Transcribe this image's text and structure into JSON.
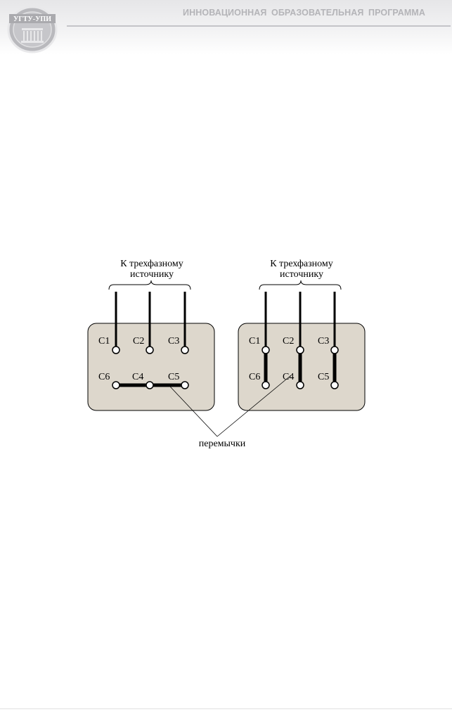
{
  "header": {
    "title": "ИННОВАЦИОННАЯ  ОБРАЗОВАТЕЛЬНАЯ  ПРОГРАММА",
    "logo_text": "УГТУ-УПИ"
  },
  "figure": {
    "left_panel": {
      "source_label_line1": "К трехфазному",
      "source_label_line2": "источнику",
      "terminals": {
        "c1": "C1",
        "c2": "C2",
        "c3": "C3",
        "c6": "C6",
        "c4": "C4",
        "c5": "C5"
      }
    },
    "right_panel": {
      "source_label_line1": "К трехфазному",
      "source_label_line2": "источнику",
      "terminals": {
        "c1": "C1",
        "c2": "C2",
        "c3": "C3",
        "c6": "C6",
        "c4": "C4",
        "c5": "C5"
      }
    },
    "jumpers_label": "перемычки"
  },
  "colors": {
    "panel_fill": "#ddd7cc",
    "line": "#000000",
    "header_text": "#b4b4b8"
  }
}
